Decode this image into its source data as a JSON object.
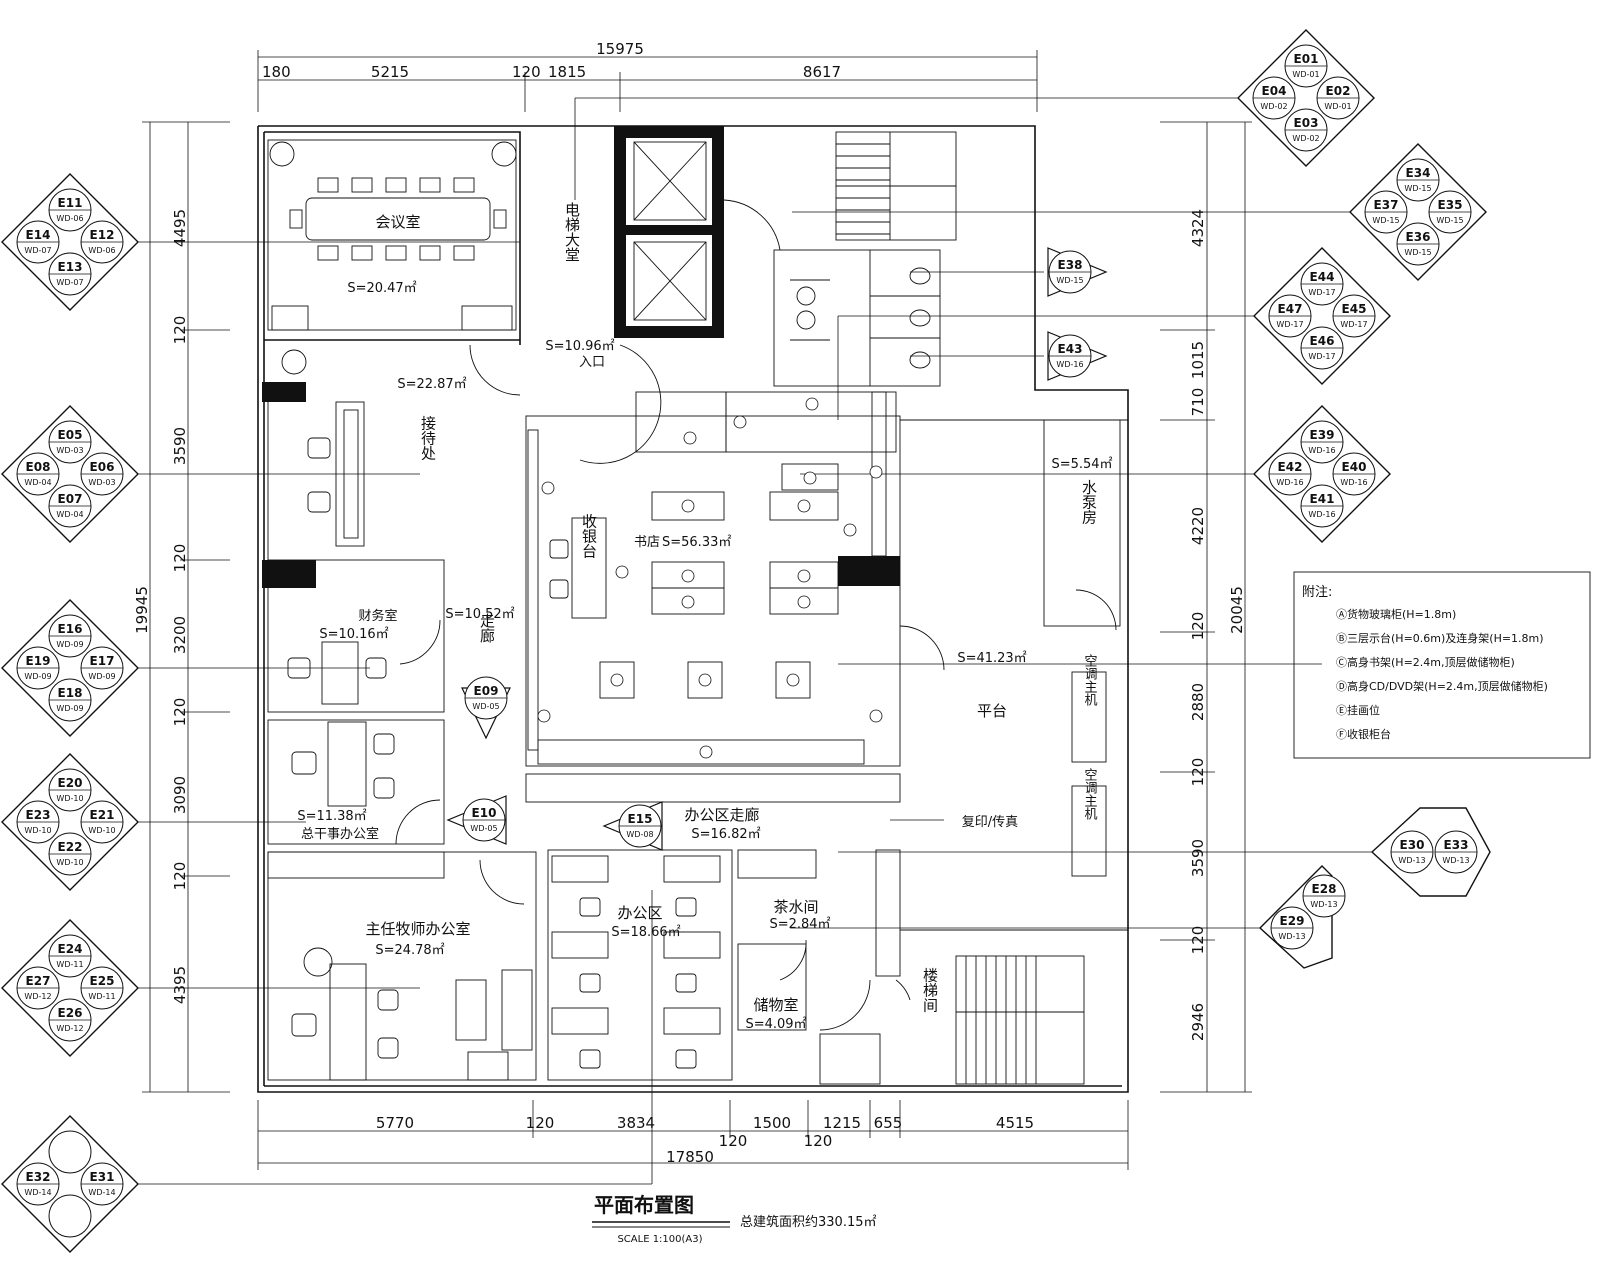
{
  "title": "平面布置图",
  "scale": "SCALE 1:100(A3)",
  "total_area": "总建筑面积约330.15㎡",
  "rooms": [
    {
      "id": "meeting",
      "name": "会议室",
      "area": "S=20.47㎡"
    },
    {
      "id": "elevator-hall",
      "name": "电梯大堂",
      "area": "S=10.96㎡"
    },
    {
      "id": "entrance",
      "name": "入口",
      "area": ""
    },
    {
      "id": "reception",
      "name": "接待处",
      "area": "S=22.87㎡"
    },
    {
      "id": "bookstore",
      "name": "书店",
      "area": "S=56.33㎡"
    },
    {
      "id": "cashier",
      "name": "收银台",
      "area": ""
    },
    {
      "id": "finance",
      "name": "财务室",
      "area": "S=10.16㎡"
    },
    {
      "id": "corridor",
      "name": "走廊",
      "area": "S=10.52㎡"
    },
    {
      "id": "gm-office",
      "name": "总干事办公室",
      "area": "S=11.38㎡"
    },
    {
      "id": "head-teacher",
      "name": "主任牧师办公室",
      "area": "S=24.78㎡"
    },
    {
      "id": "office-corridor",
      "name": "办公区走廊",
      "area": "S=16.82㎡"
    },
    {
      "id": "office",
      "name": "办公区",
      "area": "S=18.66㎡"
    },
    {
      "id": "tea-room",
      "name": "茶水间",
      "area": "S=2.84㎡"
    },
    {
      "id": "storage",
      "name": "储物室",
      "area": "S=4.09㎡"
    },
    {
      "id": "stair",
      "name": "楼梯间",
      "area": ""
    },
    {
      "id": "pump",
      "name": "水泵房",
      "area": "S=5.54㎡"
    },
    {
      "id": "platform",
      "name": "平台",
      "area": "S=41.23㎡"
    },
    {
      "id": "ac1",
      "name": "空调主机",
      "area": ""
    },
    {
      "id": "ac2",
      "name": "空调主机",
      "area": ""
    },
    {
      "id": "copy",
      "name": "复印/传真",
      "area": ""
    }
  ],
  "notes": {
    "heading": "附注:",
    "items": [
      "Ⓐ货物玻璃柜(H=1.8m)",
      "Ⓑ三层示台(H=0.6m)及连身架(H=1.8m)",
      "Ⓒ高身书架(H=2.4m,顶层做储物柜)",
      "Ⓓ高身CD/DVD架(H=2.4m,顶层做储物柜)",
      "Ⓔ挂画位",
      "Ⓕ收银柜台"
    ]
  },
  "dimensions": {
    "top_total": "15975",
    "top_parts": [
      "180",
      "5215",
      "120",
      "1815",
      "8617"
    ],
    "bottom_total": "17850",
    "bottom_parts": [
      "5770",
      "120",
      "3834",
      "120",
      "1500",
      "120",
      "1215",
      "655",
      "4515"
    ],
    "left_total": "19945",
    "left_parts": [
      "4495",
      "120",
      "3590",
      "120",
      "3200",
      "120",
      "3090",
      "120",
      "4395"
    ],
    "right_total": "20045",
    "right_parts": [
      "4324",
      "1015",
      "710",
      "4220",
      "120",
      "2880",
      "120",
      "3590",
      "120",
      "2946"
    ]
  },
  "tags": [
    {
      "id": "E01",
      "sub": "WD-01"
    },
    {
      "id": "E02",
      "sub": "WD-01"
    },
    {
      "id": "E03",
      "sub": "WD-02"
    },
    {
      "id": "E04",
      "sub": "WD-02"
    },
    {
      "id": "E11",
      "sub": "WD-06"
    },
    {
      "id": "E12",
      "sub": "WD-06"
    },
    {
      "id": "E13",
      "sub": "WD-07"
    },
    {
      "id": "E14",
      "sub": "WD-07"
    },
    {
      "id": "E05",
      "sub": "WD-03"
    },
    {
      "id": "E06",
      "sub": "WD-03"
    },
    {
      "id": "E07",
      "sub": "WD-04"
    },
    {
      "id": "E08",
      "sub": "WD-04"
    },
    {
      "id": "E16",
      "sub": "WD-09"
    },
    {
      "id": "E17",
      "sub": "WD-09"
    },
    {
      "id": "E18",
      "sub": "WD-09"
    },
    {
      "id": "E19",
      "sub": "WD-09"
    },
    {
      "id": "E20",
      "sub": "WD-10"
    },
    {
      "id": "E21",
      "sub": "WD-10"
    },
    {
      "id": "E22",
      "sub": "WD-10"
    },
    {
      "id": "E23",
      "sub": "WD-10"
    },
    {
      "id": "E24",
      "sub": "WD-11"
    },
    {
      "id": "E25",
      "sub": "WD-11"
    },
    {
      "id": "E26",
      "sub": "WD-12"
    },
    {
      "id": "E27",
      "sub": "WD-12"
    },
    {
      "id": "E31",
      "sub": "WD-14"
    },
    {
      "id": "E32",
      "sub": "WD-14"
    },
    {
      "id": "E34",
      "sub": "WD-15"
    },
    {
      "id": "E35",
      "sub": "WD-15"
    },
    {
      "id": "E36",
      "sub": "WD-15"
    },
    {
      "id": "E37",
      "sub": "WD-15"
    },
    {
      "id": "E44",
      "sub": "WD-17"
    },
    {
      "id": "E45",
      "sub": "WD-17"
    },
    {
      "id": "E46",
      "sub": "WD-17"
    },
    {
      "id": "E47",
      "sub": "WD-17"
    },
    {
      "id": "E39",
      "sub": "WD-16"
    },
    {
      "id": "E40",
      "sub": "WD-16"
    },
    {
      "id": "E41",
      "sub": "WD-16"
    },
    {
      "id": "E42",
      "sub": "WD-16"
    },
    {
      "id": "E28",
      "sub": "WD-13"
    },
    {
      "id": "E29",
      "sub": "WD-13"
    },
    {
      "id": "E30",
      "sub": "WD-13"
    },
    {
      "id": "E33",
      "sub": "WD-13"
    },
    {
      "id": "E38",
      "sub": "WD-15"
    },
    {
      "id": "E43",
      "sub": "WD-16"
    },
    {
      "id": "E09",
      "sub": "WD-05"
    },
    {
      "id": "E10",
      "sub": "WD-05"
    },
    {
      "id": "E15",
      "sub": "WD-08"
    }
  ]
}
